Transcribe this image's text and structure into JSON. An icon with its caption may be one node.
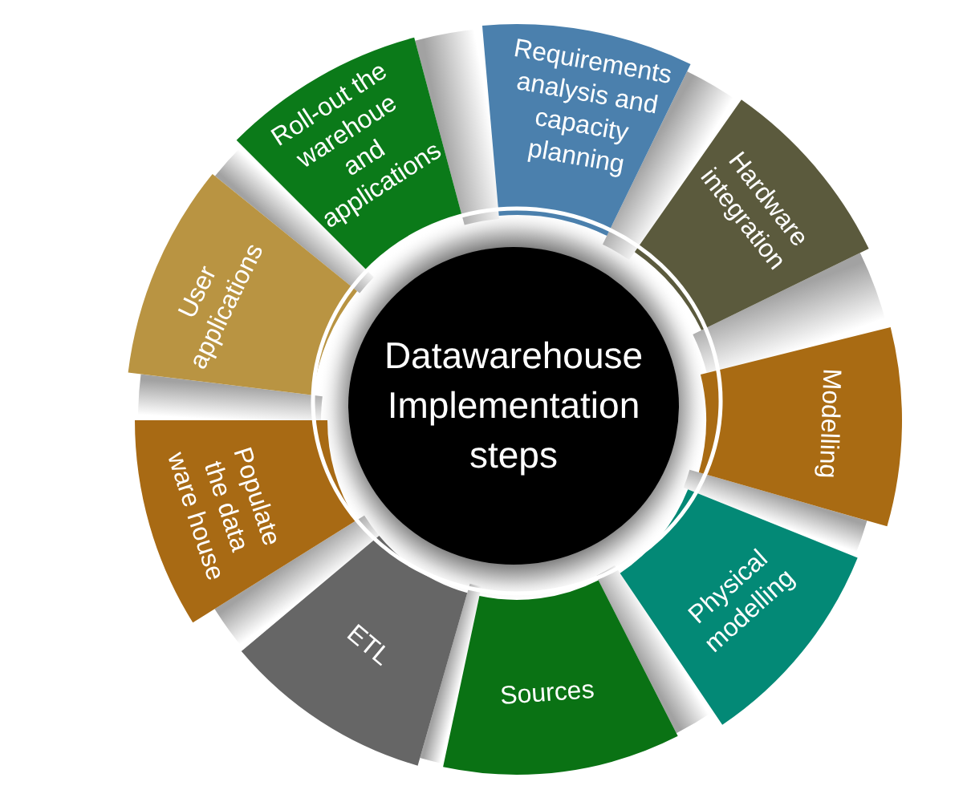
{
  "diagram": {
    "nodes": [
      {
        "text": [
          "Datawarehouse Implementation steps"
        ]
      },
      {
        "text": [
          "Requirements analysis and capacity planning"
        ]
      },
      {
        "text": [
          "Hardware integration"
        ]
      },
      {
        "text": [
          "Modelling"
        ]
      },
      {
        "text": [
          "Physical modelling"
        ]
      },
      {
        "text": [
          "Sources"
        ]
      },
      {
        "text": [
          "ETL"
        ]
      },
      {
        "text": [
          "Populate the data ware house"
        ]
      },
      {
        "text": [
          "User applications"
        ]
      },
      {
        "text": [
          "Roll-out the warehoue and applications"
        ]
      }
    ]
  }
}
